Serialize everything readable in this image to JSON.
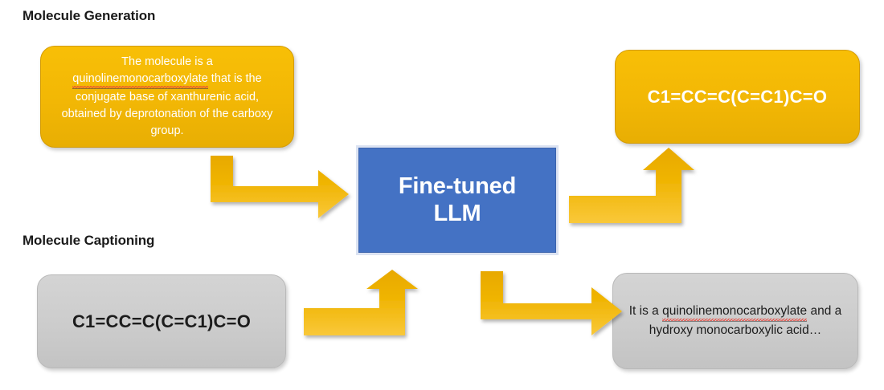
{
  "diagram": {
    "title_generation": "Molecule Generation",
    "title_captioning": "Molecule Captioning",
    "colors": {
      "accent_yellow": "#F2B705",
      "model_blue": "#4472C4",
      "box_gray": "#CCCCCC",
      "spellcheck_red": "#E8453C",
      "text_white": "#FFFFFF",
      "text_dark": "#1A1A1A",
      "background": "#FFFFFF"
    },
    "model": {
      "label_line1": "Fine-tuned",
      "label_line2": "LLM"
    },
    "generation": {
      "prompt": {
        "text_before": "The molecule is a ",
        "misspelled_term": "quinolinemonocarboxylate",
        "text_after": " that is the conjugate base of xanthurenic acid, obtained by deprotonation of the carboxy group.",
        "full_text": "The molecule is a quinolinemonocarboxylate that is the conjugate base of xanthurenic acid, obtained by deprotonation of the carboxy group."
      },
      "output": {
        "smiles": "C1=CC=C(C=C1)C=O"
      }
    },
    "captioning": {
      "input": {
        "smiles": "C1=CC=C(C=C1)C=O"
      },
      "output": {
        "text_before": "It is a ",
        "misspelled_term": "quinolinemonocarboxylate",
        "text_after": " and a hydroxy monocarboxylic acid…",
        "full_text": "It is a quinolinemonocarboxylate and a hydroxy monocarboxylic acid…"
      }
    },
    "arrows": [
      {
        "name": "prompt-to-model",
        "shape": "down-then-right"
      },
      {
        "name": "model-to-output",
        "shape": "right-then-up"
      },
      {
        "name": "input-to-model",
        "shape": "right-then-up"
      },
      {
        "name": "model-to-caption",
        "shape": "down-then-right"
      }
    ]
  }
}
